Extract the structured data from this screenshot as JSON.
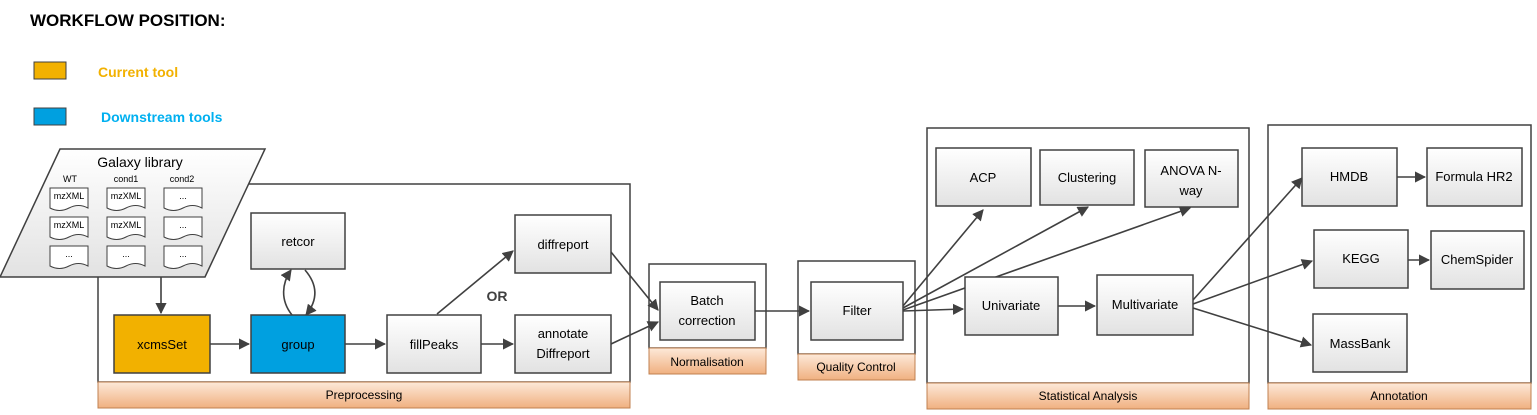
{
  "header": {
    "title": "WORKFLOW POSITION:"
  },
  "legend": {
    "current": {
      "label": "Current tool",
      "color": "#f2b100",
      "text_color": "#f2b100"
    },
    "downstream": {
      "label": "Downstream tools",
      "color": "#00a0e0",
      "text_color": "#00b0f0"
    }
  },
  "library": {
    "title": "Galaxy library",
    "columns": [
      "WT",
      "cond1",
      "cond2"
    ],
    "files": [
      "mzXML",
      "mzXML",
      "...",
      "mzXML",
      "mzXML",
      "...",
      "...",
      "...",
      "..."
    ]
  },
  "panels": {
    "preprocessing": "Preprocessing",
    "normalisation": "Normalisation",
    "quality": "Quality Control",
    "stats": "Statistical Analysis",
    "annotation": "Annotation"
  },
  "nodes": {
    "xcmsset": "xcmsSet",
    "group": "group",
    "retcor": "retcor",
    "fillpeaks": "fillPeaks",
    "diffreport": "diffreport",
    "annotate_l1": "annotate",
    "annotate_l2": "Diffreport",
    "or": "OR",
    "batch_l1": "Batch",
    "batch_l2": "correction",
    "filter": "Filter",
    "acp": "ACP",
    "clustering": "Clustering",
    "anova_l1": "ANOVA N-",
    "anova_l2": "way",
    "univariate": "Univariate",
    "multivariate": "Multivariate",
    "hmdb": "HMDB",
    "formula": "Formula HR2",
    "kegg": "KEGG",
    "chemspider": "ChemSpider",
    "massbank": "MassBank"
  },
  "colors": {
    "panel_label_top": "#fce6d4",
    "panel_label_bottom": "#f0b68a",
    "node_top": "#ffffff",
    "node_bottom": "#e4e4e4",
    "current": "#f2b100",
    "downstream": "#00a0e0"
  }
}
